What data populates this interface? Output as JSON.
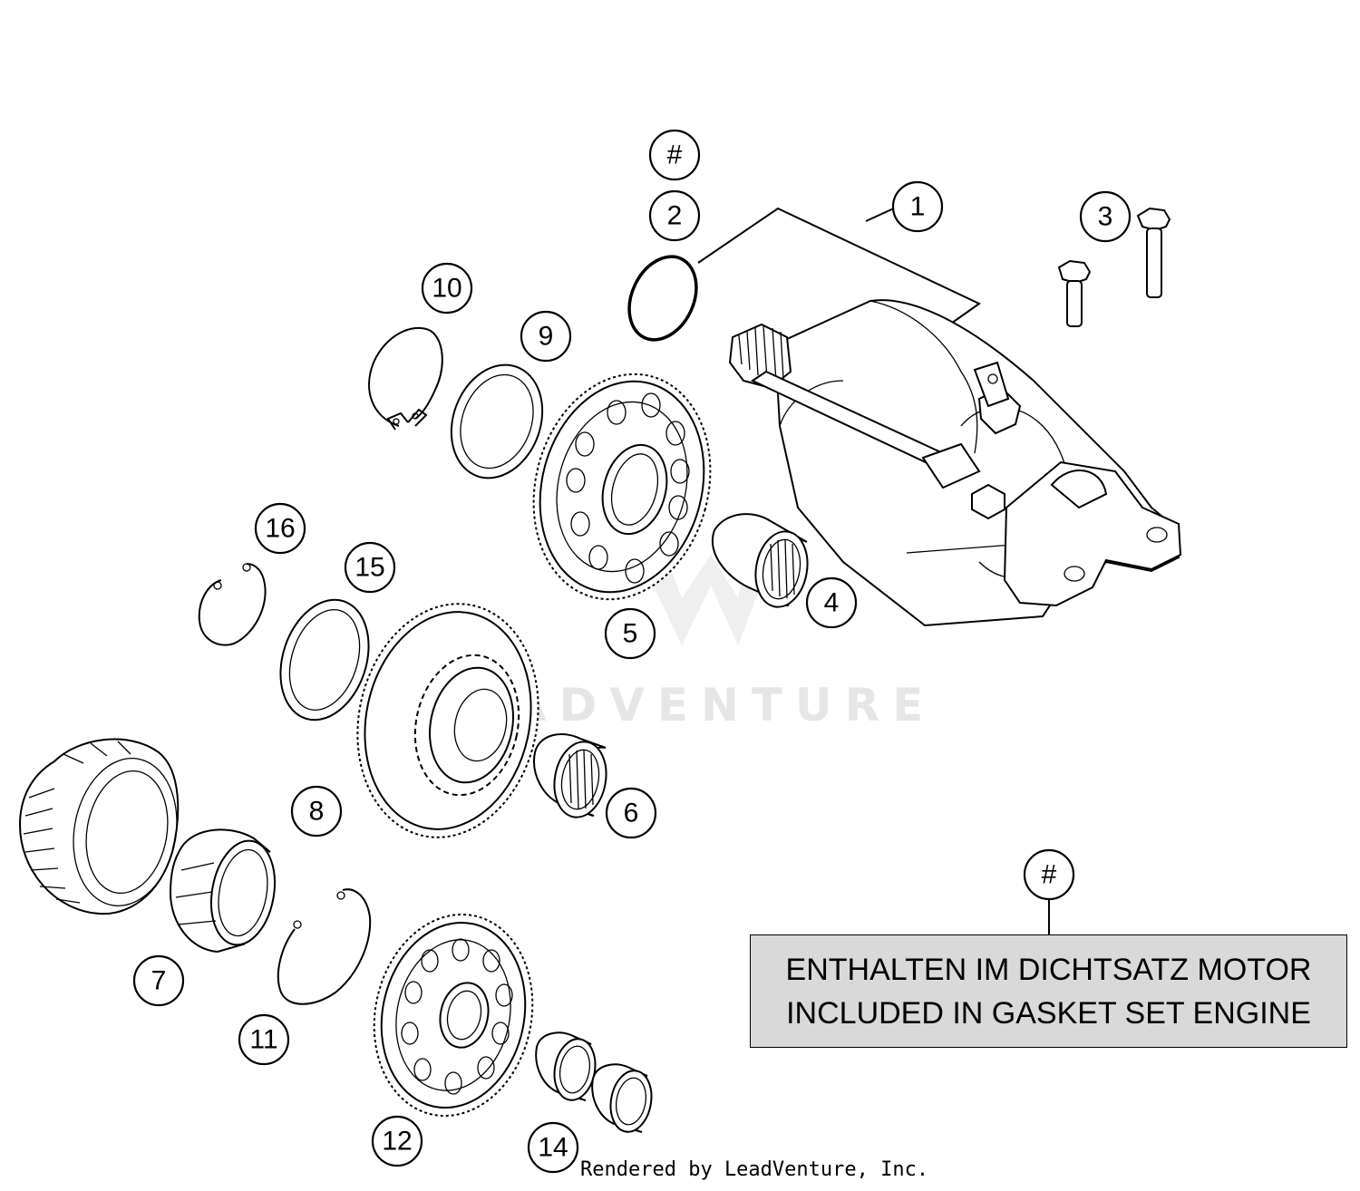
{
  "watermark": {
    "text": "LEADVENTURE"
  },
  "callouts": [
    {
      "label": "#"
    },
    {
      "label": "2"
    },
    {
      "label": "1"
    },
    {
      "label": "3"
    },
    {
      "label": "10"
    },
    {
      "label": "9"
    },
    {
      "label": "16"
    },
    {
      "label": "15"
    },
    {
      "label": "4"
    },
    {
      "label": "5"
    },
    {
      "label": "8"
    },
    {
      "label": "6"
    },
    {
      "label": "7"
    },
    {
      "label": "11"
    },
    {
      "label": "12"
    },
    {
      "label": "14"
    },
    {
      "label": "#"
    }
  ],
  "note": {
    "line1": "ENTHALTEN IM DICHTSATZ MOTOR",
    "line2": "INCLUDED IN GASKET SET ENGINE"
  },
  "footer": {
    "credit": "Rendered by LeadVenture, Inc."
  }
}
